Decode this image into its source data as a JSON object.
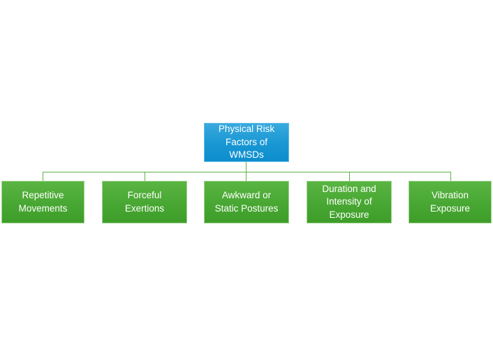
{
  "background_color": "#ffffff",
  "diagram": {
    "type": "hierarchy",
    "title": "Physical Risk Factors of WMSDs hierarchy chart",
    "root": {
      "label": "Physical Risk\nFactors of\nWMSDs",
      "fill_color": "#1897d3",
      "text_color": "#ffffff"
    },
    "children": [
      {
        "label": "Repetitive\nMovements"
      },
      {
        "label": "Forceful\nExertions"
      },
      {
        "label": "Awkward or\nStatic Postures"
      },
      {
        "label": "Duration and\nIntensity of\nExposure"
      },
      {
        "label": "Vibration\nExposure"
      }
    ],
    "child_fill_color": "#48a733",
    "child_text_color": "#ffffff",
    "connector_color": "#5cb045"
  }
}
